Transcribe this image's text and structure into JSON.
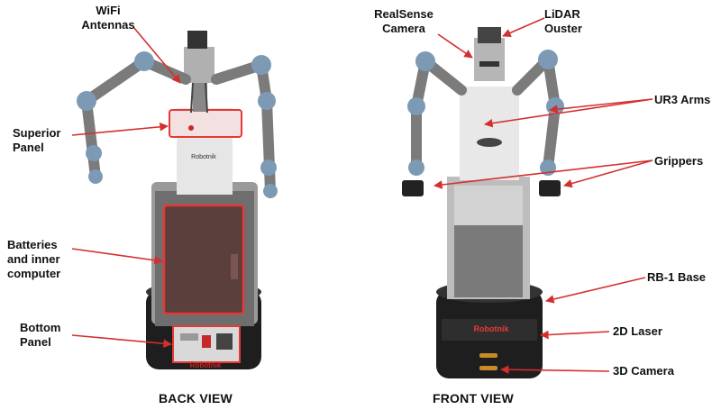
{
  "labels": {
    "wifi": "WiFi\nAntennas",
    "superior": "Superior\nPanel",
    "batteries": "Batteries\nand inner\ncomputer",
    "bottom": "Bottom\nPanel",
    "realsense": "RealSense\nCamera",
    "lidar": "LiDAR\nOuster",
    "arms": "UR3 Arms",
    "grippers": "Grippers",
    "base": "RB-1 Base",
    "laser": "2D Laser",
    "camera3d": "3D Camera"
  },
  "views": {
    "back": "BACK VIEW",
    "front": "FRONT VIEW"
  },
  "brand": {
    "back": "Robotnik",
    "front": "Robotnik"
  },
  "colors": {
    "annotation": "#d32f2f",
    "arm_joint": "#7d9ab5",
    "chassis": "#2a2a2a",
    "panel": "#cfcfcf"
  }
}
